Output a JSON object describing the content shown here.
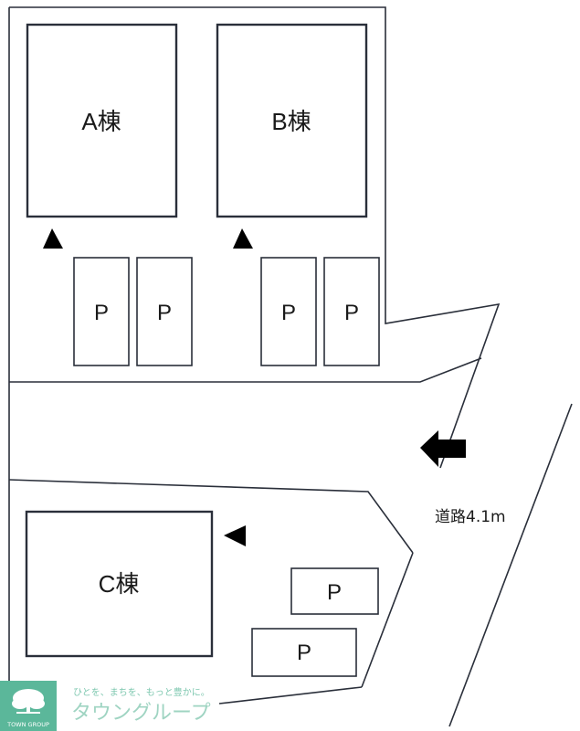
{
  "buildings": {
    "a": "A棟",
    "b": "B棟",
    "c": "C棟"
  },
  "parking_label": "P",
  "road_label": "道路4.1m",
  "logo": {
    "tagline": "ひとを、まちを、もっと豊かに。",
    "brand_kana": "タウングループ",
    "brand_en": "TOWN GROUP"
  },
  "colors": {
    "outline": "#2a2f3a",
    "brand_green": "#5bb79a"
  }
}
